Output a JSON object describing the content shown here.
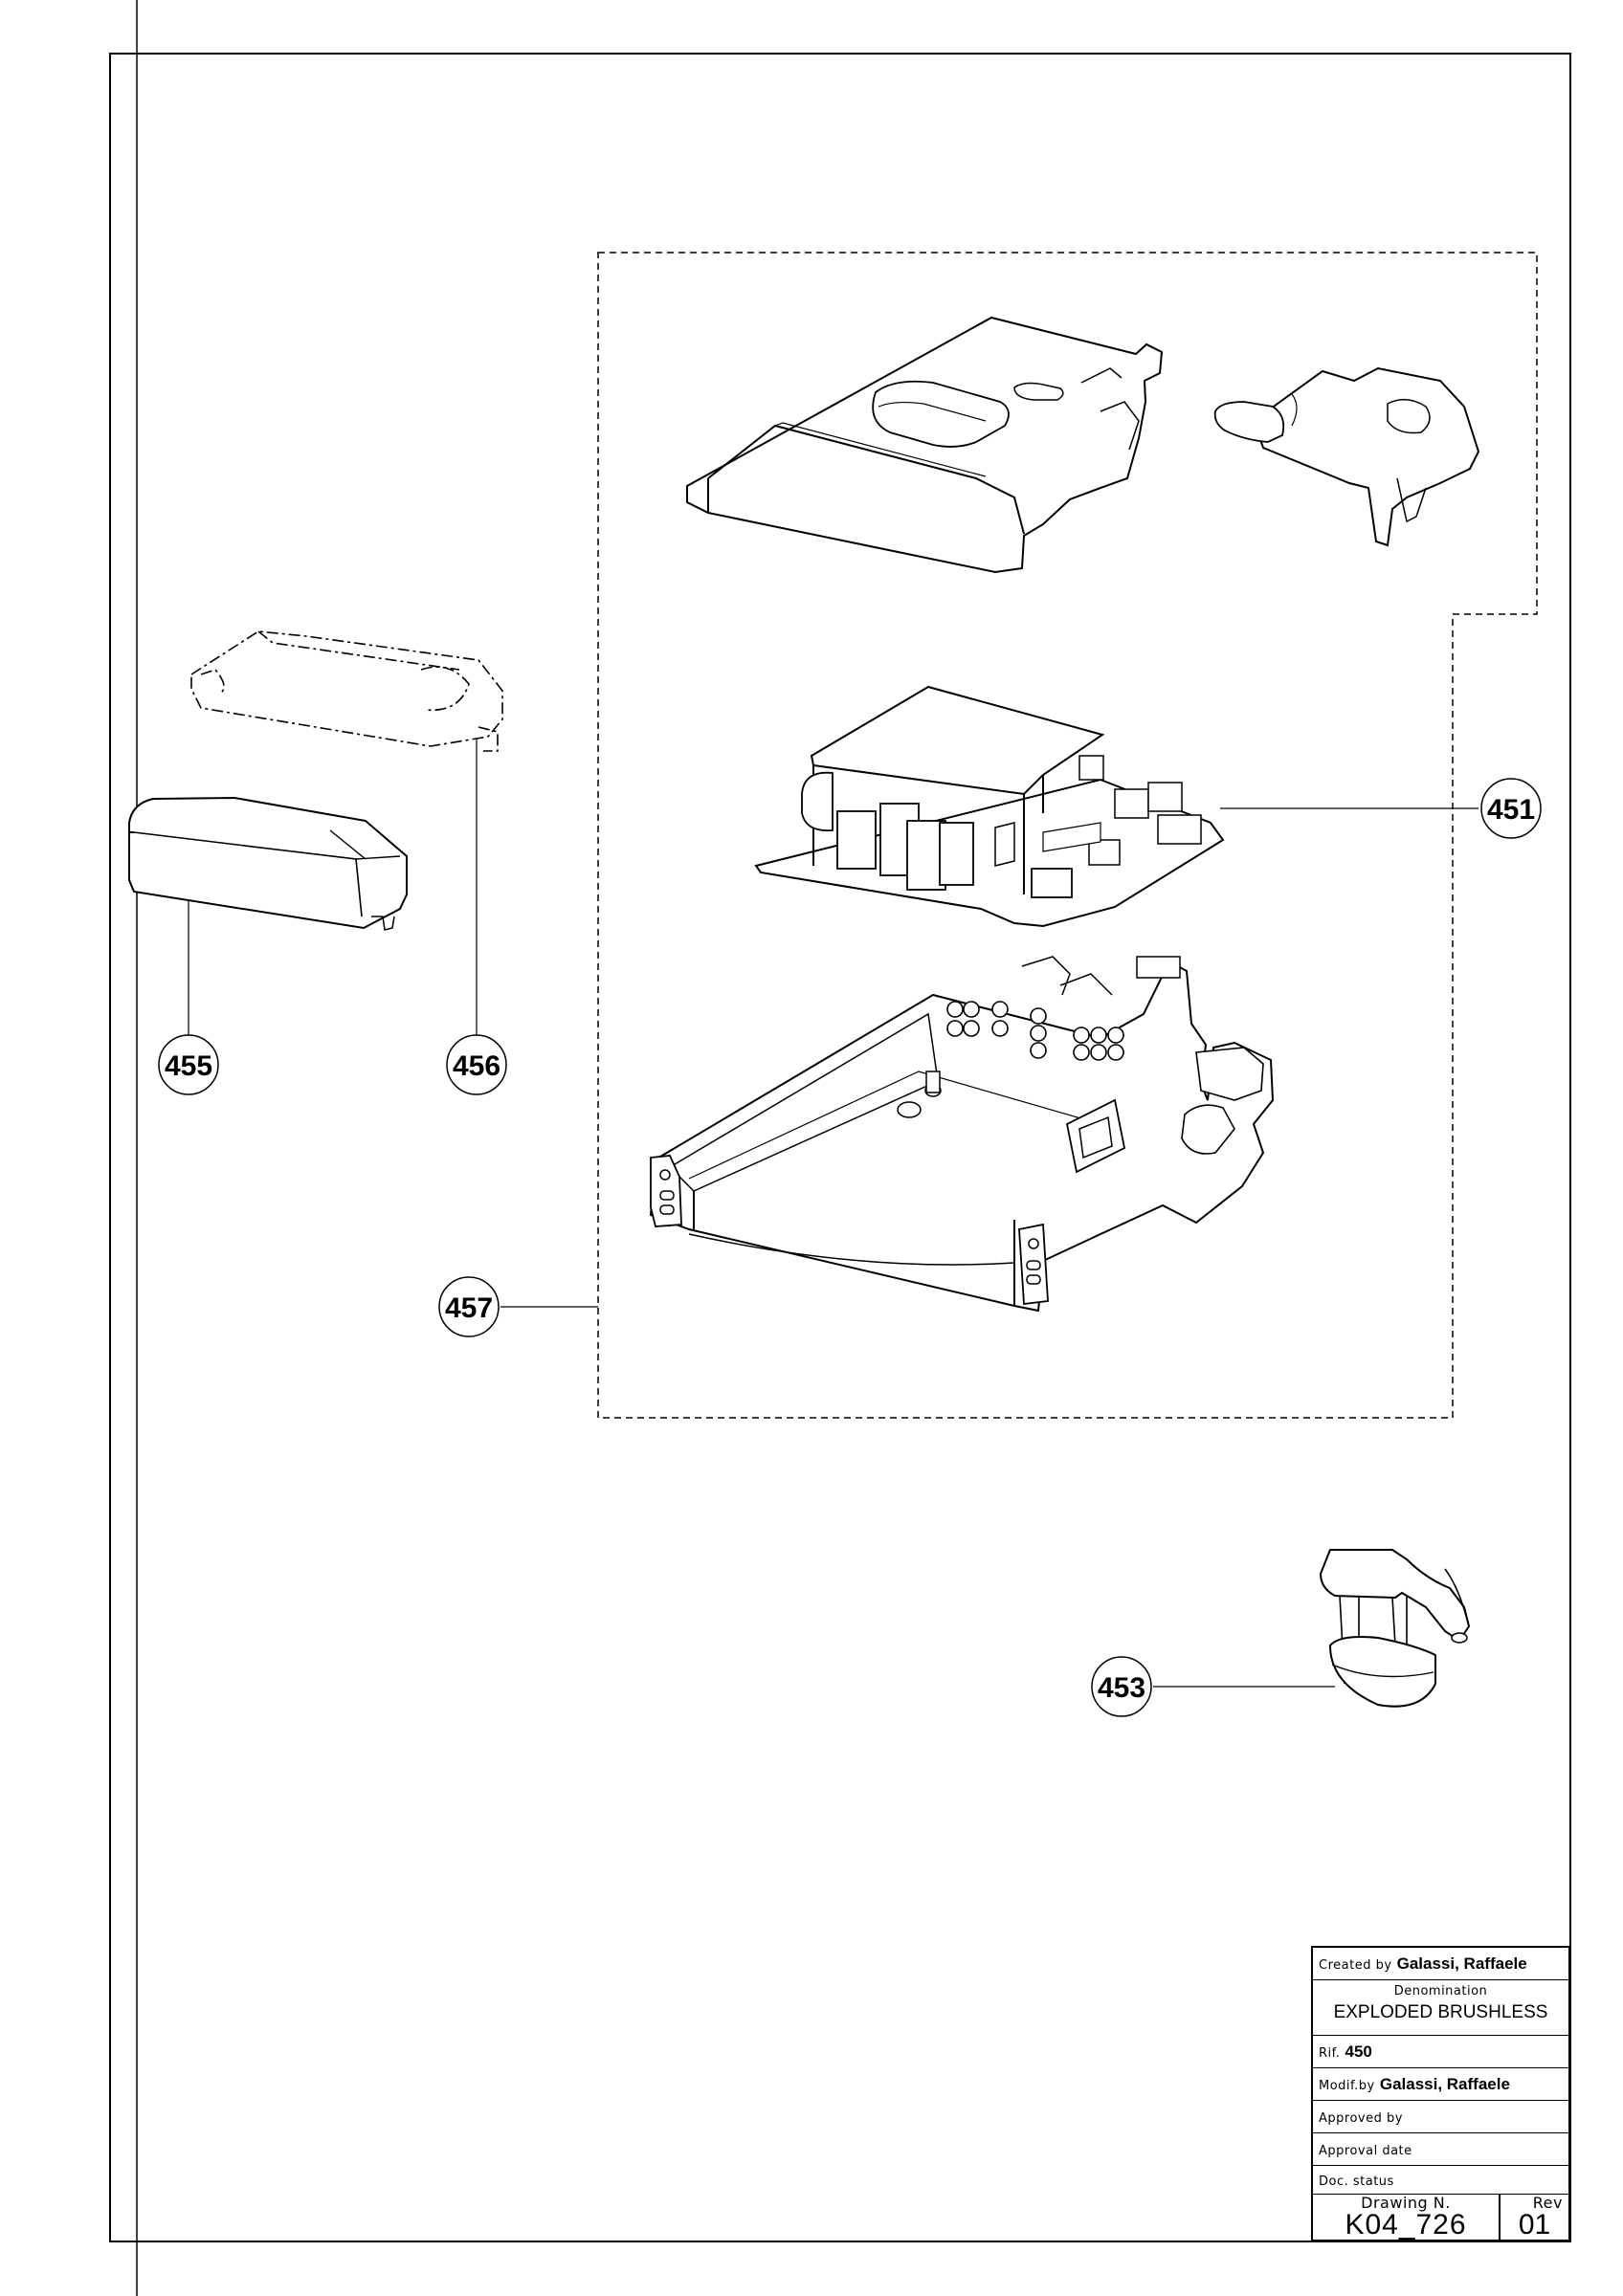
{
  "callouts": [
    {
      "id": "c451",
      "label": "451"
    },
    {
      "id": "c453",
      "label": "453"
    },
    {
      "id": "c455",
      "label": "455"
    },
    {
      "id": "c456",
      "label": "456"
    },
    {
      "id": "c457",
      "label": "457"
    }
  ],
  "title_block": {
    "created_by_label": "Created by",
    "created_by": "Galassi, Raffaele",
    "denomination_label": "Denomination",
    "denomination": "EXPLODED BRUSHLESS",
    "rif_label": "Rif.",
    "rif": "450",
    "modif_by_label": "Modif.by",
    "modif_by": "Galassi, Raffaele",
    "approved_by_label": "Approved by",
    "approval_date_label": "Approval date",
    "doc_status_label": "Doc. status",
    "drawing_n_label": "Drawing N.",
    "drawing_n": "K04_726",
    "rev_label": "Rev",
    "rev": "01"
  }
}
